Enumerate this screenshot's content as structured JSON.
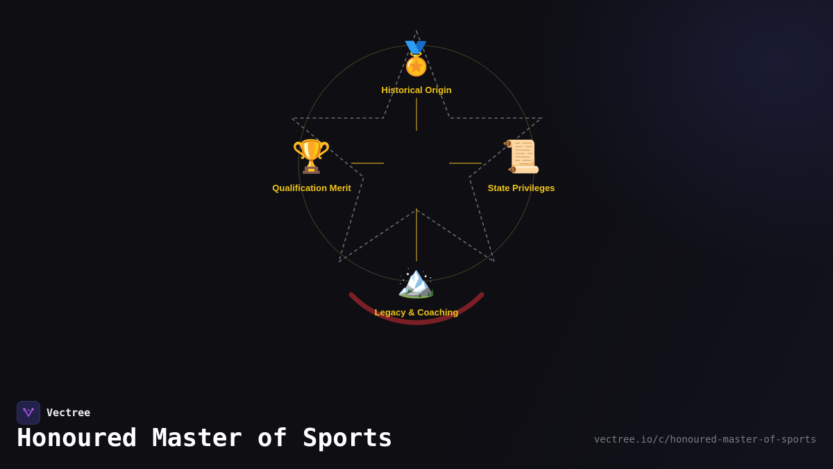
{
  "brand": {
    "name": "Vectree",
    "logo_icon": "vectree-logo-icon"
  },
  "title": "Honoured Master of Sports",
  "url": "vectree.io/c/honoured-master-of-sports",
  "colors": {
    "background": "#0e0e13",
    "label": "#f0c419",
    "connector": "#c9a227",
    "circle": "#4a4126",
    "star": "#6a6a72",
    "arc": "#7a1f26"
  },
  "nodes": [
    {
      "id": "historical-origin",
      "label": "Historical Origin",
      "icon": "medal-icon",
      "glyph": "🏅"
    },
    {
      "id": "qualification-merit",
      "label": "Qualification Merit",
      "icon": "trophy-icon",
      "glyph": "🏆"
    },
    {
      "id": "state-privileges",
      "label": "State Privileges",
      "icon": "scroll-icon",
      "glyph": "📜"
    },
    {
      "id": "legacy-coaching",
      "label": "Legacy & Coaching",
      "icon": "mountain-icon",
      "glyph": "🏔️"
    }
  ]
}
